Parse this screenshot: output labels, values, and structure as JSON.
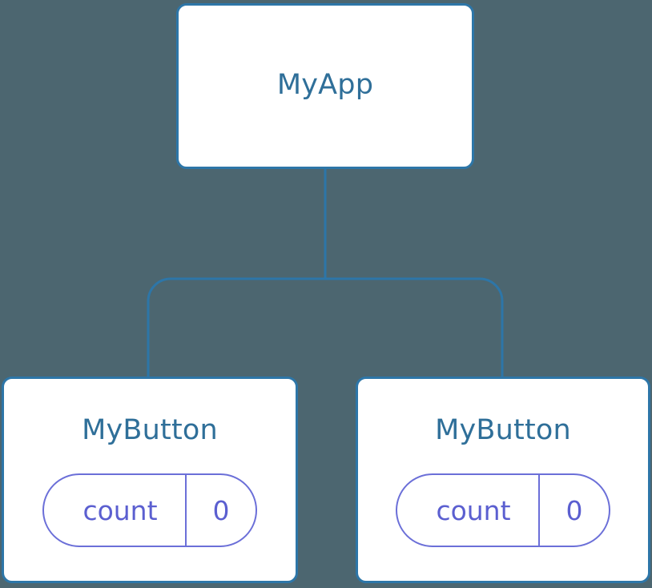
{
  "diagram": {
    "type": "component-tree",
    "background_color": "#4c6670",
    "edge_color": "#2d76a8",
    "node_border_color": "#2d76a8",
    "node_title_color": "#2f6f99",
    "pill_color": "#6b6fd8",
    "root": {
      "title": "MyApp"
    },
    "children": [
      {
        "title": "MyButton",
        "state": {
          "key": "count",
          "value": "0"
        }
      },
      {
        "title": "MyButton",
        "state": {
          "key": "count",
          "value": "0"
        }
      }
    ]
  }
}
